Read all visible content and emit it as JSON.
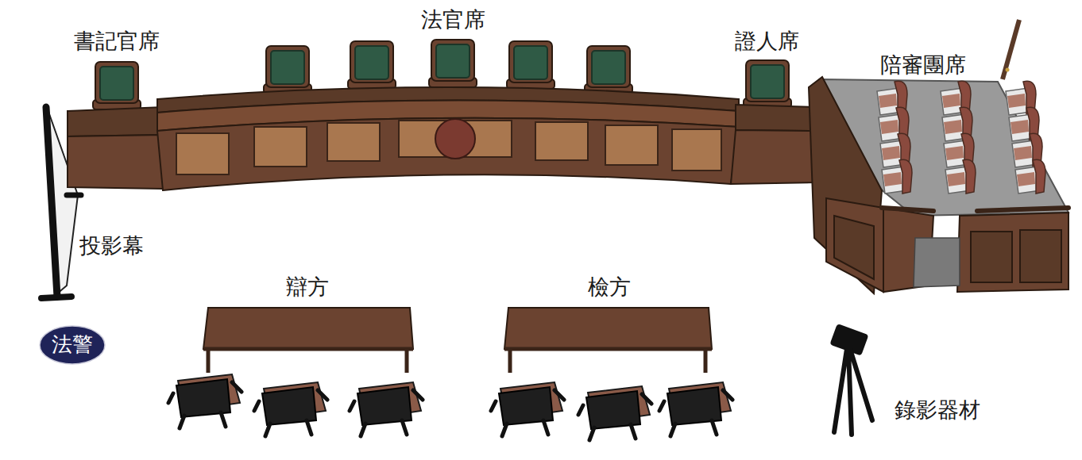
{
  "diagram": {
    "nodes": [
      {
        "text": [
          "法警"
        ]
      }
    ],
    "labels": [
      "書記官席",
      "法官席",
      "證人席",
      "陪審團席",
      "投影幕",
      "辯方",
      "檢方",
      "錄影器材"
    ]
  }
}
